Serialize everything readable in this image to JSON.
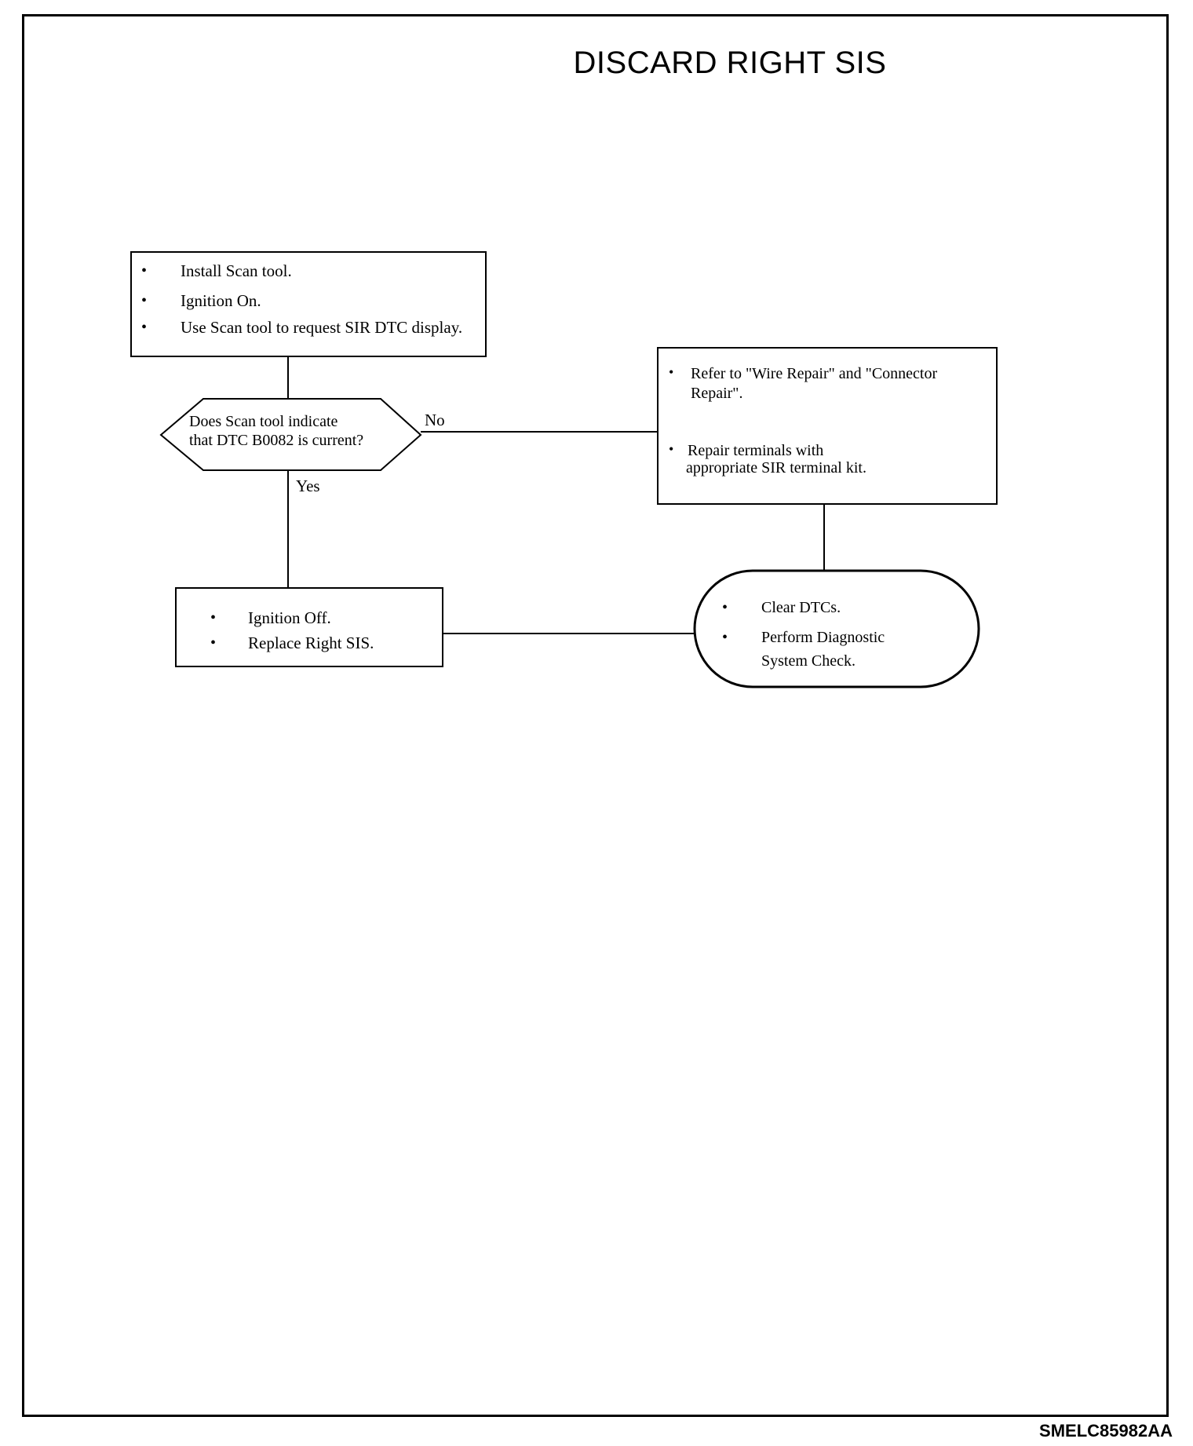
{
  "title": "DISCARD RIGHT SIS",
  "figure_code": "SMELC85982AA",
  "nodes": {
    "start": {
      "items": [
        "Install Scan tool.",
        "Ignition On.",
        "Use Scan tool to request SIR DTC display."
      ]
    },
    "decision": {
      "line1": "Does Scan tool indicate",
      "line2": "that DTC B0082 is current?"
    },
    "repair": {
      "item1_line1": "Refer to \"Wire Repair\" and \"Connector",
      "item1_line2": "Repair\".",
      "item2_line1": "Repair terminals with",
      "item2_line2": "appropriate SIR terminal kit."
    },
    "replace": {
      "items": [
        "Ignition Off.",
        "Replace Right SIS."
      ]
    },
    "end": {
      "item1": "Clear DTCs.",
      "item2_line1": "Perform Diagnostic",
      "item2_line2": "System Check."
    }
  },
  "edges": {
    "no_label": "No",
    "yes_label": "Yes"
  },
  "bullet_glyph": "•"
}
